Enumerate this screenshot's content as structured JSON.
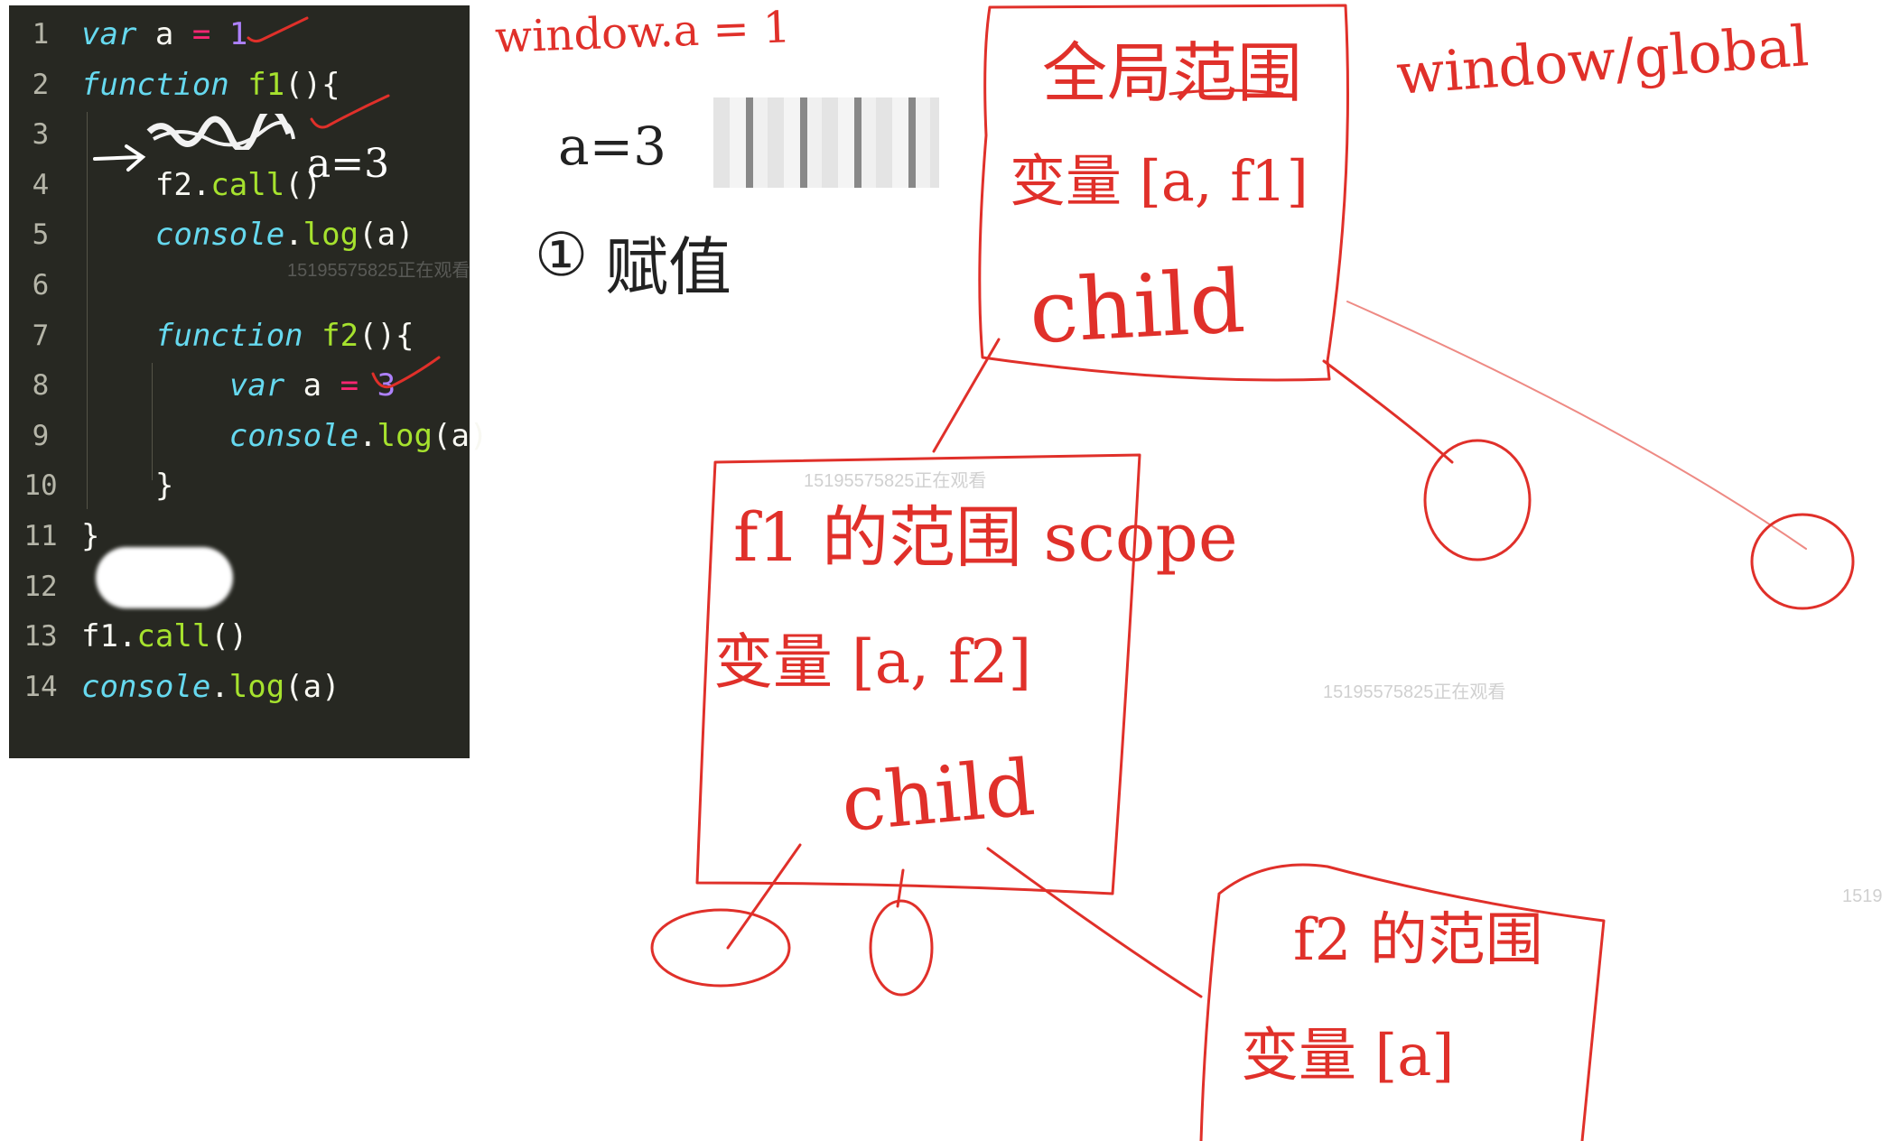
{
  "editor": {
    "lines": [
      {
        "num": "1",
        "tokens": [
          {
            "t": "var",
            "c": "kw"
          },
          {
            "t": " a ",
            "c": ""
          },
          {
            "t": "=",
            "c": "op"
          },
          {
            "t": " ",
            "c": ""
          },
          {
            "t": "1",
            "c": "num"
          }
        ]
      },
      {
        "num": "2",
        "tokens": [
          {
            "t": "function",
            "c": "kw"
          },
          {
            "t": " ",
            "c": ""
          },
          {
            "t": "f1",
            "c": "fn"
          },
          {
            "t": "(){",
            "c": ""
          }
        ]
      },
      {
        "num": "3",
        "tokens": []
      },
      {
        "num": "4",
        "tokens": [
          {
            "t": "    f2.",
            "c": ""
          },
          {
            "t": "call",
            "c": "fn"
          },
          {
            "t": "()",
            "c": ""
          }
        ]
      },
      {
        "num": "5",
        "tokens": [
          {
            "t": "    ",
            "c": ""
          },
          {
            "t": "console",
            "c": "obj"
          },
          {
            "t": ".",
            "c": ""
          },
          {
            "t": "log",
            "c": "fn"
          },
          {
            "t": "(a)",
            "c": ""
          }
        ]
      },
      {
        "num": "6",
        "tokens": []
      },
      {
        "num": "7",
        "tokens": [
          {
            "t": "    ",
            "c": ""
          },
          {
            "t": "function",
            "c": "kw"
          },
          {
            "t": " ",
            "c": ""
          },
          {
            "t": "f2",
            "c": "fn"
          },
          {
            "t": "(){",
            "c": ""
          }
        ]
      },
      {
        "num": "8",
        "tokens": [
          {
            "t": "        ",
            "c": ""
          },
          {
            "t": "var",
            "c": "kw"
          },
          {
            "t": " a ",
            "c": ""
          },
          {
            "t": "=",
            "c": "op"
          },
          {
            "t": " ",
            "c": ""
          },
          {
            "t": "3",
            "c": "num"
          }
        ]
      },
      {
        "num": "9",
        "tokens": [
          {
            "t": "        ",
            "c": ""
          },
          {
            "t": "console",
            "c": "obj"
          },
          {
            "t": ".",
            "c": ""
          },
          {
            "t": "log",
            "c": "fn"
          },
          {
            "t": "(a)",
            "c": ""
          }
        ]
      },
      {
        "num": "10",
        "tokens": [
          {
            "t": "    }",
            "c": ""
          }
        ]
      },
      {
        "num": "11",
        "tokens": [
          {
            "t": "}",
            "c": ""
          }
        ]
      },
      {
        "num": "12",
        "tokens": []
      },
      {
        "num": "13",
        "tokens": [
          {
            "t": "f1.",
            "c": ""
          },
          {
            "t": "call",
            "c": "fn"
          },
          {
            "t": "()",
            "c": ""
          }
        ]
      },
      {
        "num": "14",
        "tokens": [
          {
            "t": "console",
            "c": "obj"
          },
          {
            "t": ".",
            "c": ""
          },
          {
            "t": "log",
            "c": "fn"
          },
          {
            "t": "(a)",
            "c": ""
          }
        ]
      }
    ],
    "current_line": "14"
  },
  "annotations": {
    "window_a": "window.a = 1",
    "a_eq_3_code": "a=3",
    "a_eq_3": "a=3",
    "step_1_num": "①",
    "step_1_text": "赋值",
    "window_global": "window/global",
    "global_scope_title": "全局范围",
    "global_vars": "变量 [a, f1]",
    "global_child": "child",
    "f1_scope_title": "f1 的范围 scope",
    "f1_vars": "变量 [a, f2]",
    "f1_child": "child",
    "f2_scope_title": "f2 的范围",
    "f2_vars": "变量 [a]"
  },
  "watermarks": [
    "15195575825正在观看",
    "15195575825正在观看",
    "15195575825正在观看",
    "1519"
  ],
  "colors": {
    "ink": "#e0302a",
    "editor_bg": "#272822"
  }
}
